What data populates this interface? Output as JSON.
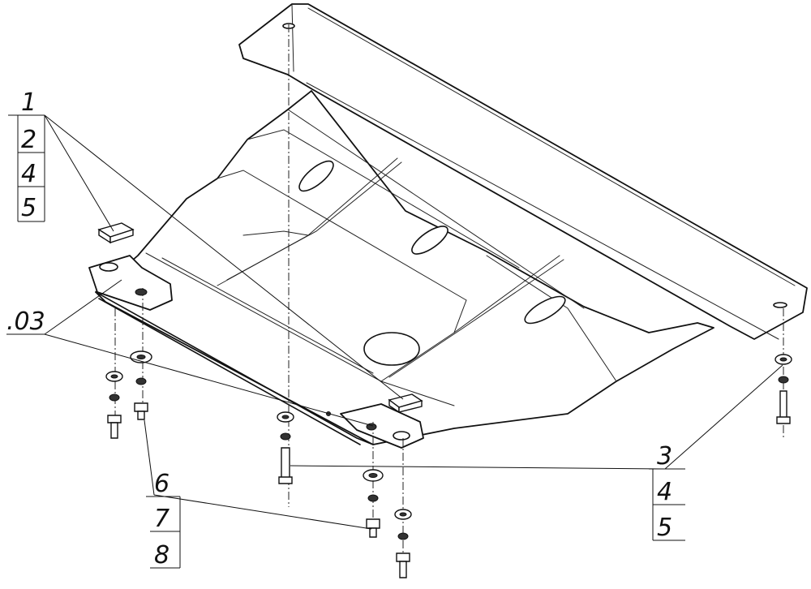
{
  "callouts": {
    "group_top_left": [
      "1",
      "2",
      "4",
      "5"
    ],
    "group_left": ".03",
    "group_bottom_left": [
      "6",
      "7",
      "8"
    ],
    "group_right": [
      "3",
      "4",
      "5"
    ]
  }
}
